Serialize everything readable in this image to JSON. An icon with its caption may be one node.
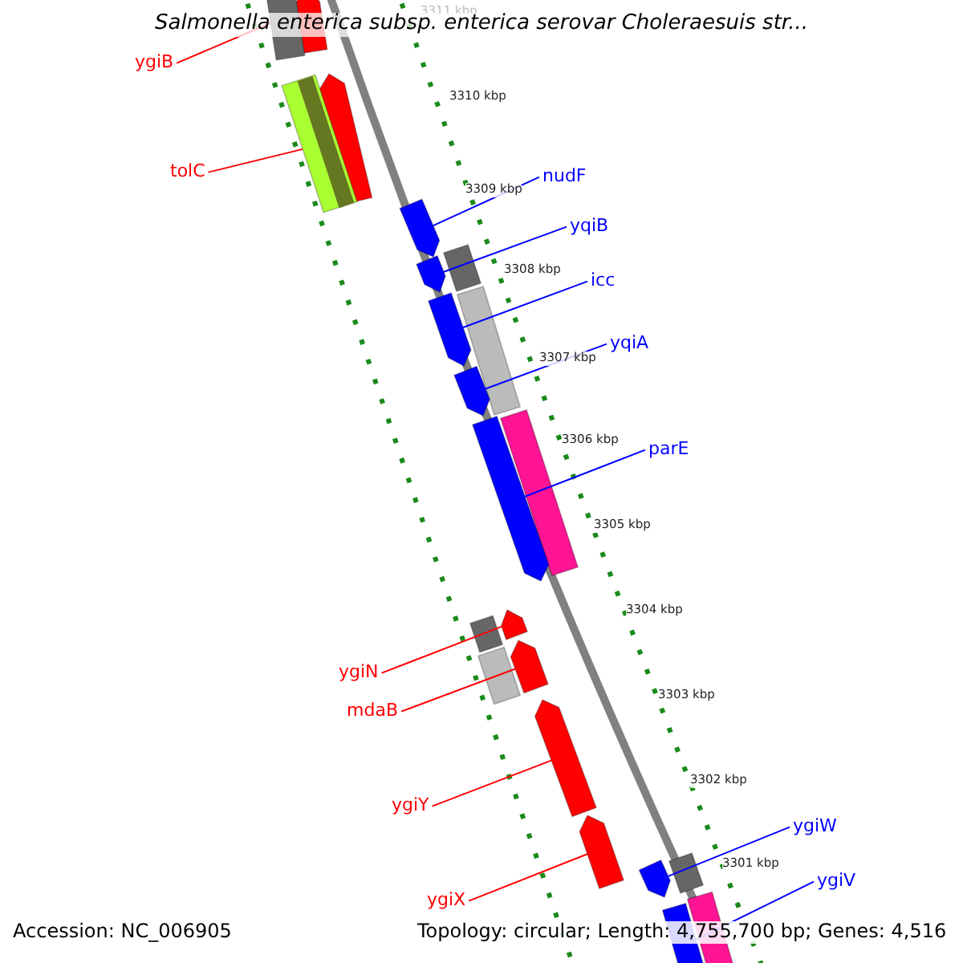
{
  "diagram": {
    "title": "Salmonella enterica subsp. enterica serovar Choleraesuis str...",
    "nodes": [
      {
        "text": [
          "ygiB"
        ]
      },
      {
        "text": [
          "tolC"
        ]
      },
      {
        "text": [
          "nudF"
        ]
      },
      {
        "text": [
          "yqiB"
        ]
      },
      {
        "text": [
          "icc"
        ]
      },
      {
        "text": [
          "yqiA"
        ]
      },
      {
        "text": [
          "parE"
        ]
      },
      {
        "text": [
          "ygiN"
        ]
      },
      {
        "text": [
          "mdaB"
        ]
      },
      {
        "text": [
          "ygiY"
        ]
      },
      {
        "text": [
          "ygiW"
        ]
      },
      {
        "text": [
          "ygiV"
        ]
      },
      {
        "text": [
          "ygiX"
        ]
      },
      {
        "text": [],
        "shape": "bar"
      },
      {
        "text": [],
        "shape": "bar"
      },
      {
        "text": [],
        "shape": "bar"
      },
      {
        "text": [],
        "shape": "bar"
      },
      {
        "text": [],
        "shape": "bar"
      },
      {
        "text": [],
        "shape": "bar"
      },
      {
        "text": [],
        "shape": "bar"
      },
      {
        "text": [],
        "shape": "bar"
      },
      {
        "text": [],
        "shape": "bar"
      },
      {
        "text": [],
        "shape": "bar"
      },
      {
        "text": [],
        "shape": "bar"
      },
      {
        "text": [],
        "shape": "bar"
      },
      {
        "text": [],
        "shape": "bar"
      }
    ],
    "edges": [
      {
        "from": 0,
        "to": 13,
        "arrow": "none",
        "color": "#ff0000"
      },
      {
        "from": 1,
        "to": 14,
        "arrow": "none",
        "color": "#ff0000"
      },
      {
        "from": 2,
        "to": 15,
        "arrow": "none"
      },
      {
        "from": 3,
        "to": 16,
        "arrow": "none"
      },
      {
        "from": 4,
        "to": 17,
        "arrow": "none"
      },
      {
        "from": 5,
        "to": 18,
        "arrow": "none"
      },
      {
        "from": 6,
        "to": 19,
        "arrow": "none"
      },
      {
        "from": 7,
        "to": 20,
        "arrow": "none",
        "color": "#ff0000"
      },
      {
        "from": 8,
        "to": 21,
        "arrow": "none",
        "color": "#ff0000"
      },
      {
        "from": 9,
        "to": 22,
        "arrow": "none",
        "color": "#ff0000"
      },
      {
        "from": 10,
        "to": 23,
        "arrow": "none"
      },
      {
        "from": 11,
        "to": 24,
        "arrow": "none"
      },
      {
        "from": 12,
        "to": 25,
        "arrow": "none",
        "color": "#ff0000"
      }
    ],
    "labels": [
      "3311 kbp",
      "3310 kbp",
      "3309 kbp",
      "3308 kbp",
      "3307 kbp",
      "3306 kbp",
      "3305 kbp",
      "3304 kbp",
      "3303 kbp",
      "3302 kbp",
      "3301 kbp",
      "Accession: NC_006905",
      "Topology: circular; Length: 4,755,700 bp; Genes: 4,516"
    ]
  }
}
